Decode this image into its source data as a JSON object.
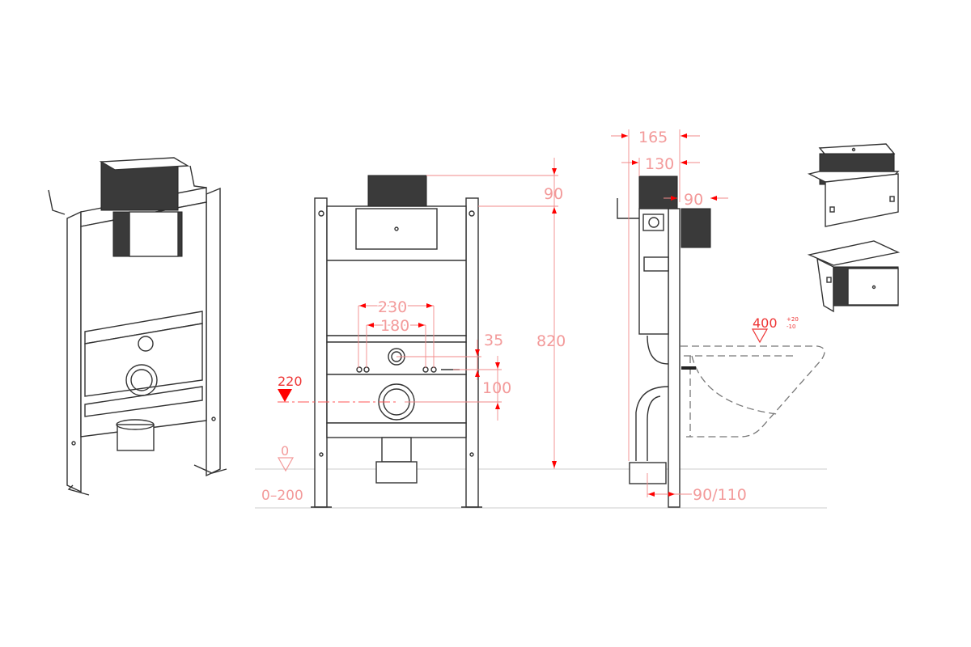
{
  "drawing": {
    "views": [
      "isometric-frame",
      "front-view",
      "side-view",
      "flush-plate-details"
    ],
    "dimensions": {
      "top_box_height": "90",
      "frame_height": "820",
      "outer_bolt_spacing": "230",
      "inner_bolt_spacing": "180",
      "bolt_to_bracket": "35",
      "bolt_to_outlet": "100",
      "outlet_height": "220",
      "floor_level": "0",
      "leg_adjustment": "0–200",
      "depth_total": "165",
      "depth_frame": "130",
      "plate_offset": "90",
      "pipe_offset": "90/110",
      "seat_height": "400",
      "seat_tol_plus": "+20",
      "seat_tol_minus": "-10"
    },
    "colors": {
      "line": "#333333",
      "dimension": "#f28a8a",
      "arrow": "#ff0000"
    }
  }
}
